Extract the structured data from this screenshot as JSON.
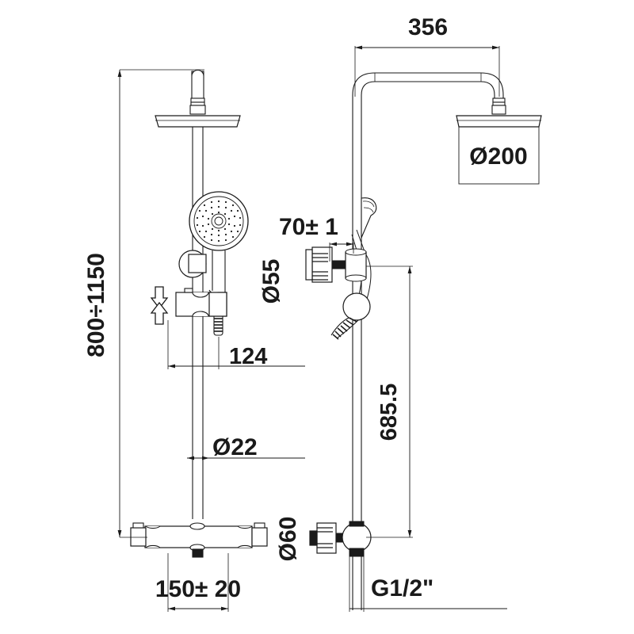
{
  "drawing": {
    "title": "Thermostatic Shower Column Technical Drawing",
    "background_color": "#ffffff",
    "line_color": "#1a1a1a",
    "text_color": "#1a1a1a"
  },
  "dimensions": {
    "overall_height_range": "800÷1150",
    "arm_reach": "356",
    "overhead_head_diameter": "Ø200",
    "wall_outlet_offset": "70± 1",
    "bracket_diameter": "Ø55",
    "handset_to_bracket": "124",
    "riser_pipe_diameter": "Ø22",
    "riser_height": "685.5",
    "valve_centres": "150± 20",
    "inlet_flange_diameter": "Ø60",
    "inlet_thread": "G1/2\""
  },
  "components": {
    "overhead_shower": "overhead-shower-head",
    "shower_arm": "shower-arm",
    "riser_rail": "riser-rail",
    "hand_shower": "hand-shower-head",
    "sliding_bracket": "sliding-bracket",
    "thermostatic_valve": "thermostatic-mixer-valve",
    "flexible_hose": "flexible-hose",
    "wall_elbow": "wall-elbow",
    "soap_dish": "soap-holder-ring"
  },
  "annotations": {
    "slider_up_arrow": "slider-adjust-up",
    "slider_down_arrow": "slider-adjust-down"
  }
}
